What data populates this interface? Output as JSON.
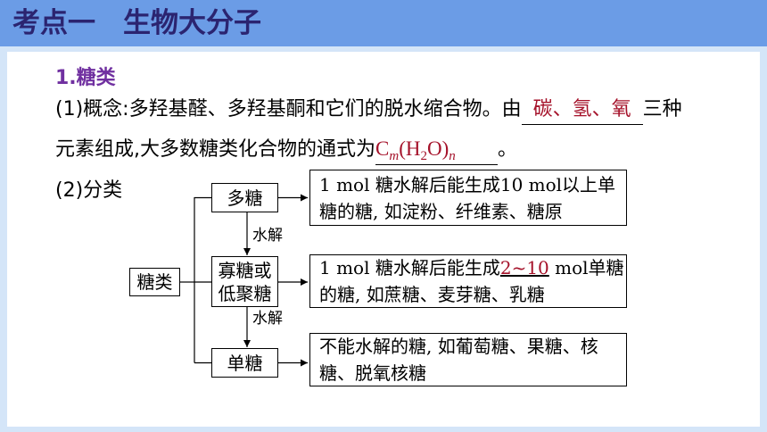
{
  "colors": {
    "header_bg": "#6b9ce6",
    "frame_bg": "#d4e5f8",
    "title_text": "#2b2470",
    "accent": "#7030a0",
    "answer": "#a5122a"
  },
  "header": {
    "title": "考点一　生物大分子"
  },
  "section": {
    "heading": "1.糖类"
  },
  "concept": {
    "line1_text": "(1)概念:多羟基醛、多羟基酮和它们的脱水缩合物。由",
    "line1_answer": "碳、氢、氧",
    "line1_tail": "三种",
    "line2_text": "元素组成,大多数糖类化合物的通式为",
    "formula": {
      "c": "C",
      "m": "m",
      "h": "(H",
      "two": "2",
      "o": "O)",
      "n": "n"
    },
    "line2_tail": "。"
  },
  "classification": {
    "label": "(2)分类"
  },
  "diagram": {
    "root": "糖类",
    "hydrolysis": "水解",
    "polysaccharide": {
      "name": "多糖",
      "desc": [
        "1 mol 糖水解后能生成10 mol以上单",
        "糖的糖, 如淀粉、纤维素、糖原"
      ]
    },
    "oligosaccharide": {
      "name": [
        "寡糖或",
        "低聚糖"
      ],
      "desc_pre": "1 mol 糖水解后能生成",
      "desc_answer": "2~10",
      "desc_post": " mol单糖",
      "desc2": "的糖, 如蔗糖、麦芽糖、乳糖"
    },
    "monosaccharide": {
      "name": "单糖",
      "desc": [
        "不能水解的糖, 如葡萄糖、果糖、核",
        "糖、脱氧核糖"
      ]
    }
  }
}
